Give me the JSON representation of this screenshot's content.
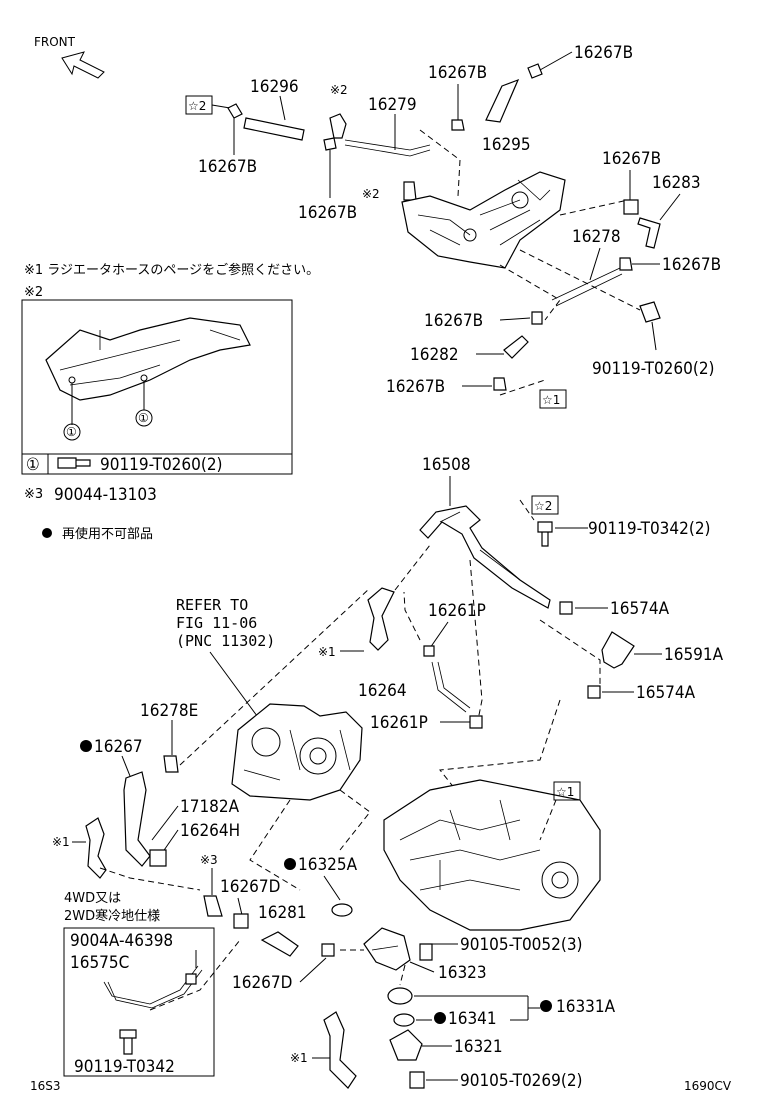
{
  "front_label": "FRONT",
  "notes": {
    "note1": "※1 ラジエータホースのページをご参照ください。",
    "note2": "※2",
    "note3_prefix": "※3",
    "note3_pn": "90044-13103",
    "note_reuse": "再使用不可部品",
    "box_circle": "①",
    "box_pn": "90119-T0260(2)",
    "refer": [
      "REFER TO",
      "FIG 11-06",
      "(PNC 11302)"
    ],
    "wd_line1": "4WD又は",
    "wd_line2": "2WD寒冷地仕様",
    "page_left": "16S3",
    "page_right": "1690CV"
  },
  "marks": {
    "star1": "☆1",
    "star2": "☆2",
    "k1": "※1",
    "k2": "※2",
    "k3": "※3",
    "circ": "①"
  },
  "parts": {
    "p16296": "16296",
    "p16279": "16279",
    "p16267B_a": "16267B",
    "p16267B_b": "16267B",
    "p16267B_c": "16267B",
    "p16267B_d": "16267B",
    "p16267B_e": "16267B",
    "p16267B_f": "16267B",
    "p16267B_g": "16267B",
    "p16267B_h": "16267B",
    "p16295": "16295",
    "p16283": "16283",
    "p16278": "16278",
    "p16282": "16282",
    "p90119_T0260": "90119-T0260(2)",
    "p16508": "16508",
    "p90119_T0342_2": "90119-T0342(2)",
    "p16574A_a": "16574A",
    "p16574A_b": "16574A",
    "p16591A": "16591A",
    "p16261P_a": "16261P",
    "p16261P_b": "16261P",
    "p16264": "16264",
    "p16278E": "16278E",
    "p16267": "16267",
    "p17182A": "17182A",
    "p16264H": "16264H",
    "p16325A": "16325A",
    "p16267D_a": "16267D",
    "p16267D_b": "16267D",
    "p16281": "16281",
    "p90105_T0052": "90105-T0052(3)",
    "p16323": "16323",
    "p16331A": "16331A",
    "p16341": "16341",
    "p16321": "16321",
    "p90105_T0269": "90105-T0269(2)",
    "p9004A_46398": "9004A-46398",
    "p16575C": "16575C",
    "p90119_T0342": "90119-T0342"
  }
}
